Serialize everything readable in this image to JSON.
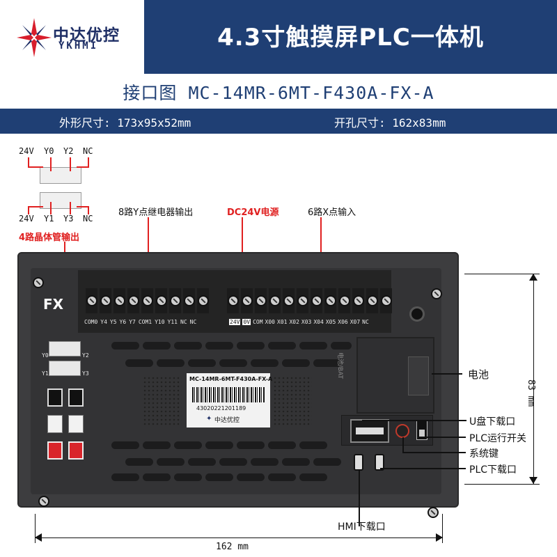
{
  "header": {
    "logo_cn": "中达优控",
    "logo_en": "YKHMI",
    "title": "4.3寸触摸屏PLC一体机"
  },
  "subtitle": "接口图 MC-14MR-6MT-F430A-FX-A",
  "dimensions": {
    "external": "外形尺寸: 173x95x52mm",
    "cutout": "开孔尺寸: 162x83mm",
    "width_label": "162 mm",
    "height_label": "83 mm"
  },
  "top_connector": {
    "top_labels": [
      "24V",
      "Y0",
      "Y2",
      "NC"
    ],
    "bottom_labels": [
      "24V",
      "Y1",
      "Y3",
      "NC"
    ],
    "caption": "4路晶体管输出"
  },
  "callouts": {
    "relay_out": "8路Y点继电器输出",
    "power": "DC24V电源",
    "x_in": "6路X点输入",
    "battery": "电池",
    "udisk": "U盘下载口",
    "run_switch": "PLC运行开关",
    "sys_key": "系统键",
    "plc_download": "PLC下载口",
    "hmi_download": "HMI下载口"
  },
  "device": {
    "brand_mark": "FX",
    "left_terminals": [
      "COM0",
      "Y4",
      "Y5",
      "Y6",
      "Y7",
      "COM1",
      "Y10",
      "Y11",
      "NC",
      "NC"
    ],
    "right_terminals": [
      "24V",
      "0V",
      "COM",
      "X00",
      "X01",
      "X02",
      "X03",
      "X04",
      "X05",
      "X06",
      "X07",
      "NC"
    ],
    "sticker_model": "MC-14MR-6MT-F430A-FX-A",
    "sticker_serial": "43020221201189",
    "sticker_brand": "中达优控",
    "battery_text": "电池/BAT",
    "conn_labels": [
      "Y0",
      "Y2",
      "Y1",
      "Y3"
    ]
  },
  "colors": {
    "primary": "#1f3f74",
    "accent_red": "#e02020",
    "device_body": "#3d3d3f"
  }
}
